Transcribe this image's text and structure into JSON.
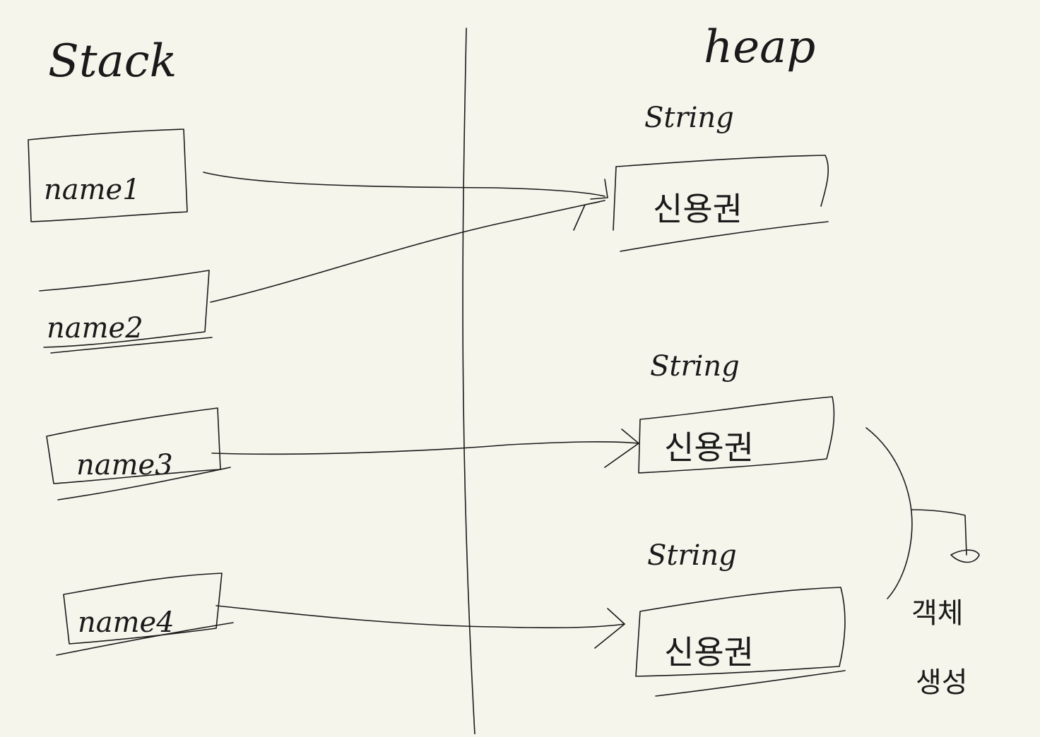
{
  "diagram": {
    "stack_title": "Stack",
    "heap_title": "heap",
    "stack_vars": [
      "name1",
      "name2",
      "name3",
      "name4"
    ],
    "heap_type_labels": [
      "String",
      "String",
      "String"
    ],
    "heap_values": [
      "신용권",
      "신용권",
      "신용권"
    ],
    "annotation_line1": "객체",
    "annotation_line2": "생성"
  }
}
